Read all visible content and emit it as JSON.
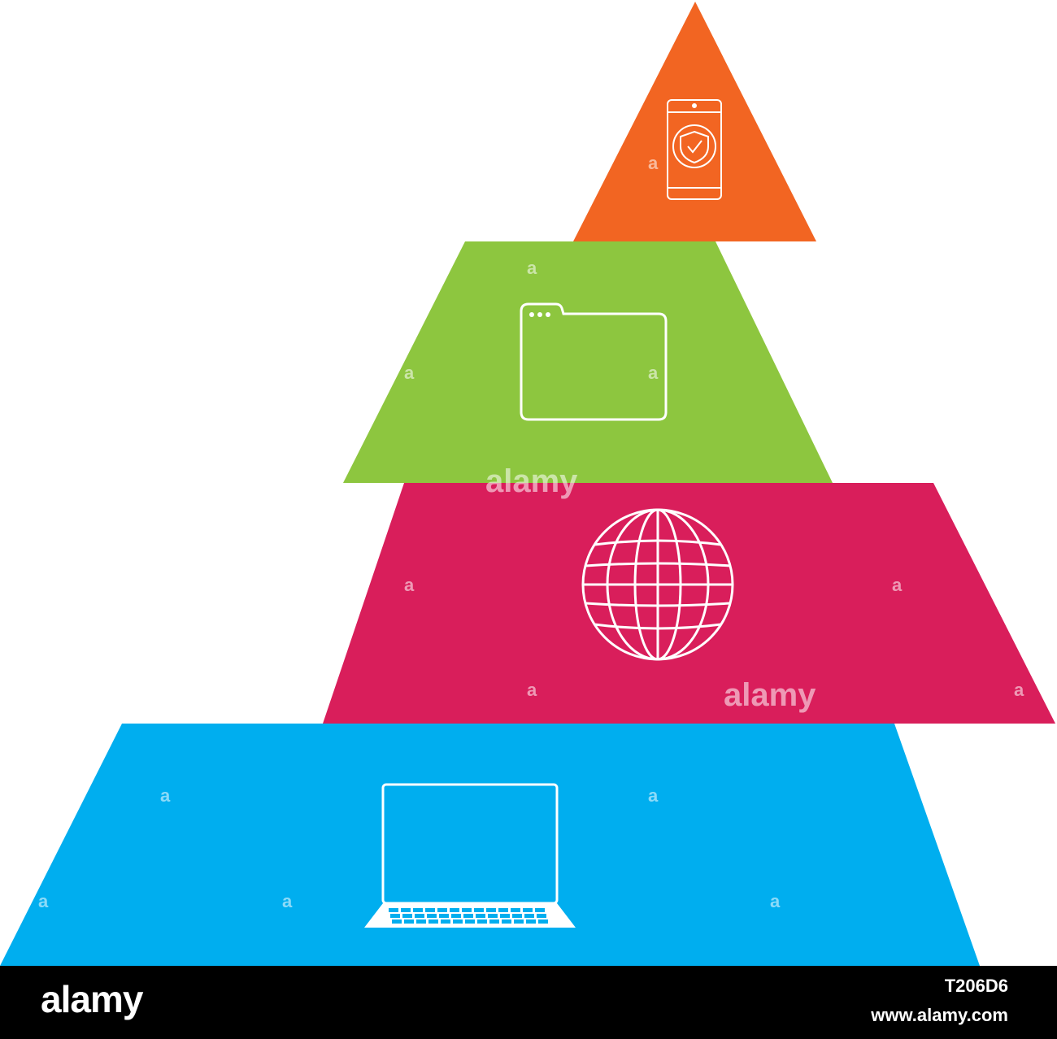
{
  "diagram": {
    "type": "pyramid",
    "levels": [
      {
        "name": "top",
        "color": "#F26522",
        "icon": "shield-smartphone-icon"
      },
      {
        "name": "second",
        "color": "#8DC63F",
        "icon": "folder-window-icon"
      },
      {
        "name": "third",
        "color": "#D91E5B",
        "icon": "globe-icon"
      },
      {
        "name": "base",
        "color": "#00AEEF",
        "icon": "laptop-icon"
      }
    ]
  },
  "watermark": {
    "text": "alamy",
    "small_text": "a"
  },
  "footer": {
    "logo": "alamy",
    "image_id": "T206D6",
    "url": "www.alamy.com",
    "background": "#000000"
  }
}
